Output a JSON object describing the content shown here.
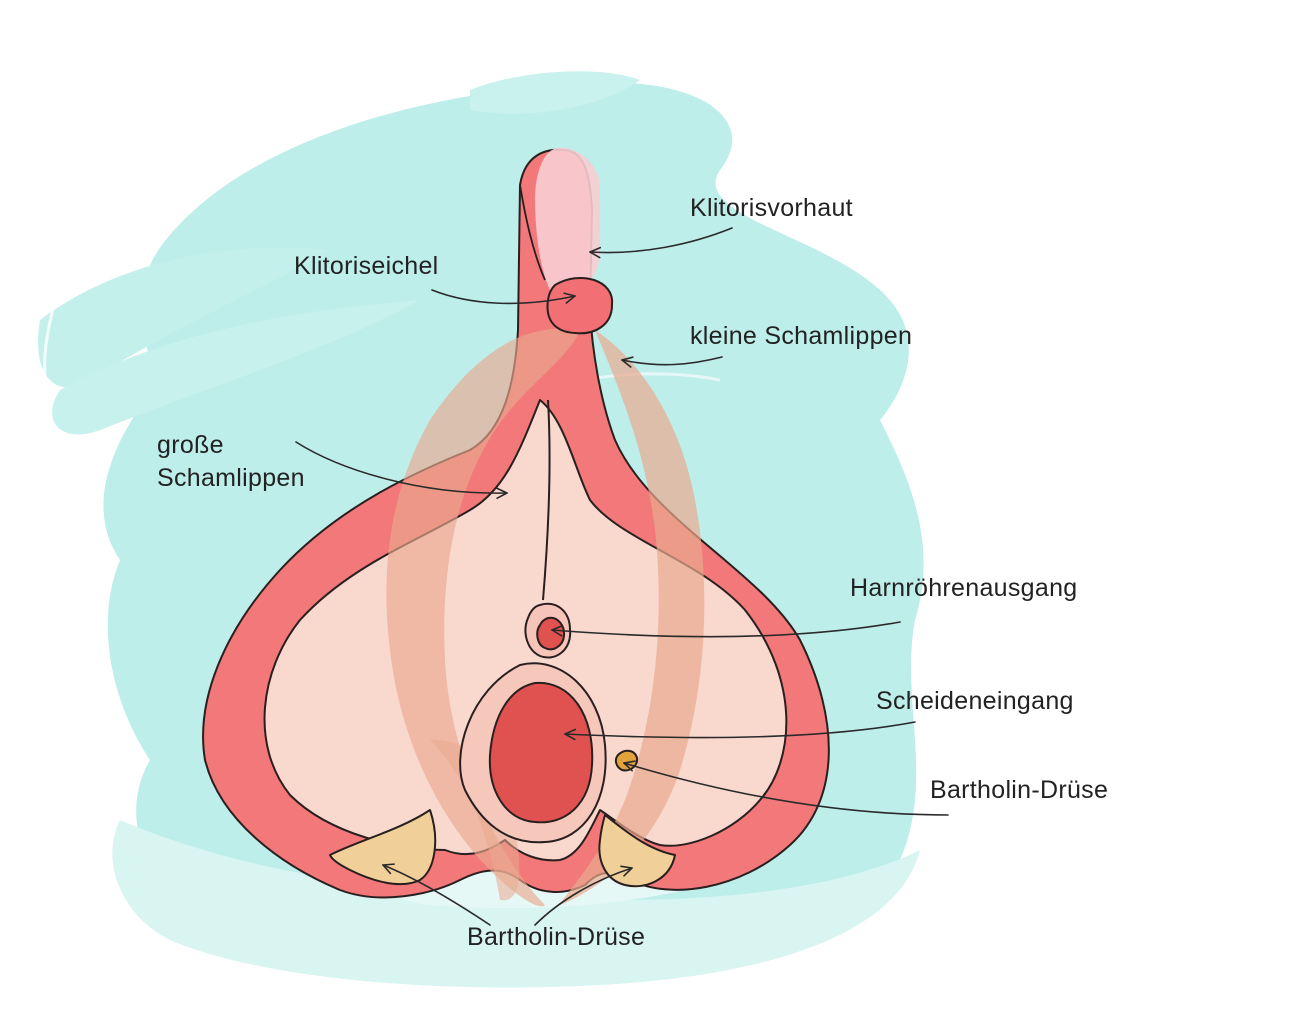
{
  "labels": {
    "klitorisvorhaut": "Klitorisvorhaut",
    "klitoriseichel": "Klitoriseichel",
    "kleine_schamlippen": "kleine Schamlippen",
    "grosse_schamlippen_line1": "große",
    "grosse_schamlippen_line2": "Schamlippen",
    "harnroehrenausgang": "Harnröhrenausgang",
    "scheideneingang": "Scheideneingang",
    "bartholin_druese_right": "Bartholin-Drüse",
    "bartholin_druese_bottom": "Bartholin-Drüse"
  },
  "colors": {
    "background_wash": "#bdeeea",
    "background_wash_light": "#d9f5f2",
    "outer_red": "#f2787a",
    "inner_skin": "#f9d8ce",
    "labia_minora_overlay": "#e9a98f",
    "vaginal_opening": "#e05250",
    "urethra": "#e05250",
    "gland_yellow": "#f1cf98",
    "gland_gold": "#e1a33b",
    "prepuce": "#f7cdd3",
    "text": "#222222"
  },
  "icons": {
    "arrowhead": "arrowhead-icon"
  }
}
